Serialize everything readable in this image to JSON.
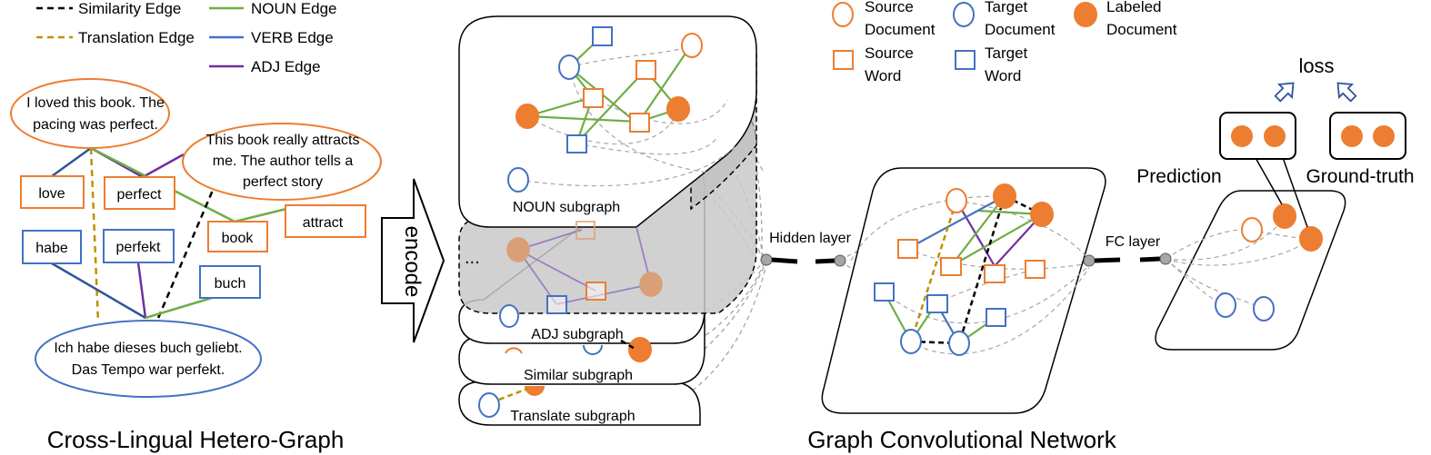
{
  "legend_left": {
    "similarity": "Similarity Edge",
    "translation": "Translation Edge",
    "noun": "NOUN Edge",
    "verb": "VERB Edge",
    "adj": "ADJ Edge"
  },
  "legend_right": {
    "src_doc": [
      "Source",
      "Document"
    ],
    "tgt_doc": [
      "Target",
      "Document"
    ],
    "labeled": [
      "Labeled",
      "Document"
    ],
    "src_word": [
      "Source",
      "Word"
    ],
    "tgt_word": [
      "Target",
      "Word"
    ]
  },
  "hetero_graph": {
    "doc1": [
      "I loved this book. The",
      "pacing was perfect."
    ],
    "doc2": [
      "This book really attracts",
      "me. The author tells a",
      "perfect story"
    ],
    "doc3": [
      "Ich habe dieses buch geliebt.",
      "Das Tempo war perfekt."
    ],
    "words": {
      "love": "love",
      "perfect": "perfect",
      "book": "book",
      "attract": "attract",
      "habe": "habe",
      "perfekt": "perfekt",
      "buch": "buch"
    },
    "caption": "Cross-Lingual Hetero-Graph"
  },
  "encode_label": "encode",
  "subgraphs": {
    "noun": "NOUN subgraph",
    "adj": "ADJ subgraph",
    "similar": "Similar subgraph",
    "translate": "Translate subgraph",
    "ellipsis": "..."
  },
  "gcn": {
    "hidden_layer": "Hidden layer",
    "fc_layer": "FC layer",
    "caption": "Graph Convolutional Network"
  },
  "output": {
    "loss": "loss",
    "prediction": "Prediction",
    "ground_truth": "Ground-truth"
  },
  "colors": {
    "orange": "#ED7D31",
    "blue": "#4472C4",
    "green": "#70AD47",
    "purple": "#7030A0",
    "gold": "#BF9000",
    "gray": "#A6A6A6"
  }
}
